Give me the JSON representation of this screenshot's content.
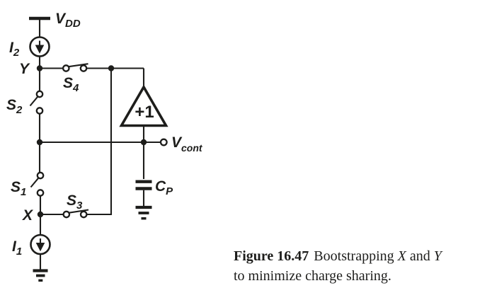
{
  "figure": {
    "colors": {
      "ink": "#1d1d1b",
      "background": "#ffffff"
    },
    "labels": {
      "vdd": {
        "base": "V",
        "sub": "DD"
      },
      "i2": {
        "base": "I",
        "sub": "2"
      },
      "i1": {
        "base": "I",
        "sub": "1"
      },
      "node_y": "Y",
      "node_x": "X",
      "s2": {
        "base": "S",
        "sub": "2"
      },
      "s4": {
        "base": "S",
        "sub": "4"
      },
      "s1": {
        "base": "S",
        "sub": "1"
      },
      "s3": {
        "base": "S",
        "sub": "3"
      },
      "buffer_gain": "+1",
      "vcont": {
        "base": "V",
        "sub": "cont"
      },
      "cp": {
        "base": "C",
        "sub": "P"
      }
    }
  },
  "caption": {
    "figure_label": "Figure 16.47",
    "text_part1": "Bootstrapping",
    "var_x": "X",
    "conjunction": "and",
    "var_y": "Y",
    "line2": "to minimize charge sharing."
  }
}
